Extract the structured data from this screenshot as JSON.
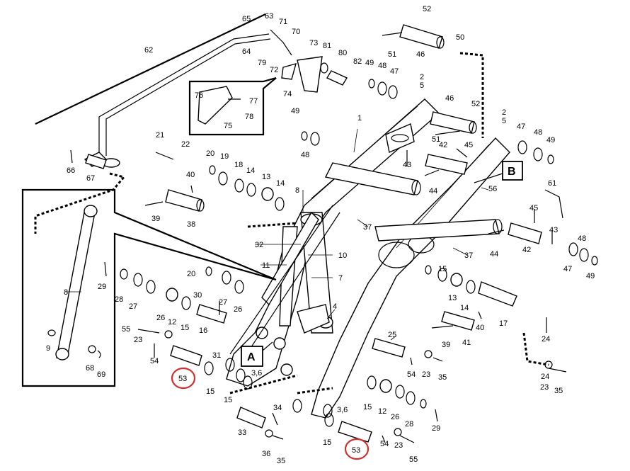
{
  "diagram": {
    "box_labels": {
      "a": "A",
      "b": "B"
    },
    "labels": {
      "l52a": "52",
      "l51a": "51",
      "l46a": "46",
      "l50": "50",
      "l65": "65",
      "l63": "63",
      "l71": "71",
      "l70": "70",
      "l64": "64",
      "l62": "62",
      "l73": "73",
      "l81": "81",
      "l80": "80",
      "l82": "82",
      "l49a": "49",
      "l48a": "48",
      "l47a": "47",
      "l79": "79",
      "l72": "72",
      "l74": "74",
      "l76": "76",
      "l77": "77",
      "l78": "78",
      "l75": "75",
      "l25a": "2",
      "l5a": "5",
      "l46b": "46",
      "l52b": "52",
      "l49b": "49",
      "l48b": "48",
      "l1": "1",
      "l25b": "2",
      "l5b": "5",
      "l47b": "47",
      "l48c": "48",
      "l49c": "49",
      "l21": "21",
      "l22": "22",
      "l20a": "20",
      "l19a": "19",
      "l18": "18",
      "l14a": "14",
      "l13a": "13",
      "l14b": "14",
      "l51b": "51",
      "l42a": "42",
      "l45a": "45",
      "l43a": "43",
      "l44a": "44",
      "l56": "56",
      "l61": "61",
      "l66": "66",
      "l67": "67",
      "l40a": "40",
      "l8a": "8",
      "l39a": "39",
      "l38": "38",
      "l37a": "37",
      "l45b": "45",
      "l43b": "43",
      "l44b": "44",
      "l42b": "42",
      "l37b": "37",
      "l48d": "48",
      "l47c": "47",
      "l49d": "49",
      "l32": "32",
      "l11": "11",
      "l10": "10",
      "l7": "7",
      "l8b": "8",
      "l20b": "20",
      "l29a": "29",
      "l28a": "28",
      "l27a": "27",
      "l26a": "26",
      "l12a": "12",
      "l15a": "15",
      "l30": "30",
      "l27b": "27",
      "l26b": "26",
      "l16": "16",
      "l55a": "55",
      "l23a": "23",
      "l54a": "54",
      "l53a": "53",
      "l31": "31",
      "l15b": "15",
      "l9": "9",
      "l68": "68",
      "l69": "69",
      "l15c": "15",
      "l13b": "13",
      "l14c": "14",
      "l17": "17",
      "l24a": "24",
      "l4": "4",
      "l40b": "40",
      "l41": "41",
      "l39b": "39",
      "l25": "25",
      "l54b": "54",
      "l23b": "23",
      "l35a": "35",
      "l24b": "24",
      "l23c": "23",
      "l35b": "35",
      "l36a": "3,6",
      "l36b": "3,6",
      "l15d": "15",
      "l12b": "12",
      "l26c": "26",
      "l28b": "28",
      "l29b": "29",
      "l15e": "15",
      "l34": "34",
      "l33": "33",
      "l36": "36",
      "l35c": "35",
      "l15f": "15",
      "l53b": "53",
      "l54c": "54",
      "l23d": "23",
      "l55b": "55"
    }
  }
}
